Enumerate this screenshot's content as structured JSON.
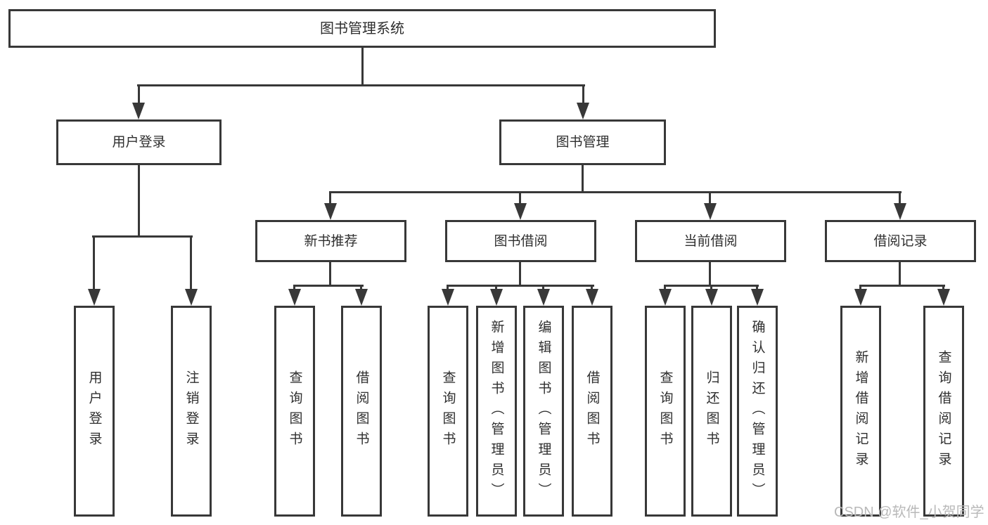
{
  "colors": {
    "line": "#383838",
    "text": "#2f2f2f",
    "watermark": "#b9b9b9",
    "background": "#ffffff"
  },
  "tree": {
    "root": "图书管理系统",
    "branches": [
      {
        "label": "用户登录",
        "children": [
          "用户登录",
          "注销登录"
        ]
      },
      {
        "label": "图书管理",
        "children": [
          {
            "label": "新书推荐",
            "children": [
              "查询图书",
              "借阅图书"
            ]
          },
          {
            "label": "图书借阅",
            "children": [
              "查询图书",
              "新增图书（管理员）",
              "编辑图书（管理员）",
              "借阅图书"
            ]
          },
          {
            "label": "当前借阅",
            "children": [
              "查询图书",
              "归还图书",
              "确认归还（管理员）"
            ]
          },
          {
            "label": "借阅记录",
            "children": [
              "新增借阅记录",
              "查询借阅记录"
            ]
          }
        ]
      }
    ]
  },
  "watermark": {
    "text": "CSDN @软件_小贺同学"
  }
}
